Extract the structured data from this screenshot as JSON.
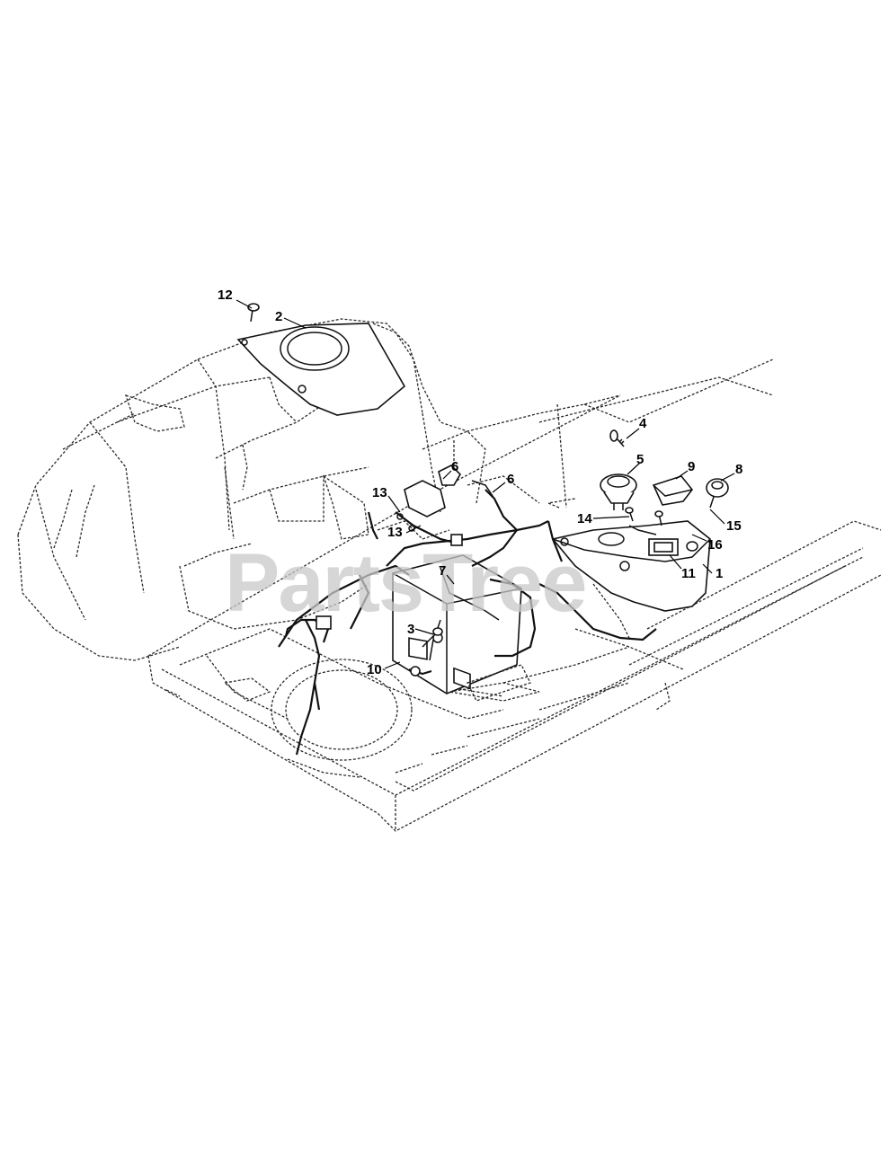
{
  "watermark": {
    "text": "PartsTree"
  },
  "callouts": [
    {
      "id": "c12a",
      "label": "12"
    },
    {
      "id": "c2",
      "label": "2"
    },
    {
      "id": "c4",
      "label": "4"
    },
    {
      "id": "c5",
      "label": "5"
    },
    {
      "id": "c9",
      "label": "9"
    },
    {
      "id": "c8",
      "label": "8"
    },
    {
      "id": "c6a",
      "label": "6"
    },
    {
      "id": "c6b",
      "label": "6"
    },
    {
      "id": "c13a",
      "label": "13"
    },
    {
      "id": "c13b",
      "label": "13"
    },
    {
      "id": "c14",
      "label": "14"
    },
    {
      "id": "c15",
      "label": "15"
    },
    {
      "id": "c16",
      "label": "16"
    },
    {
      "id": "c11",
      "label": "11"
    },
    {
      "id": "c1",
      "label": "1"
    },
    {
      "id": "c7",
      "label": "7"
    },
    {
      "id": "c3",
      "label": "3"
    },
    {
      "id": "c10",
      "label": "10"
    }
  ]
}
